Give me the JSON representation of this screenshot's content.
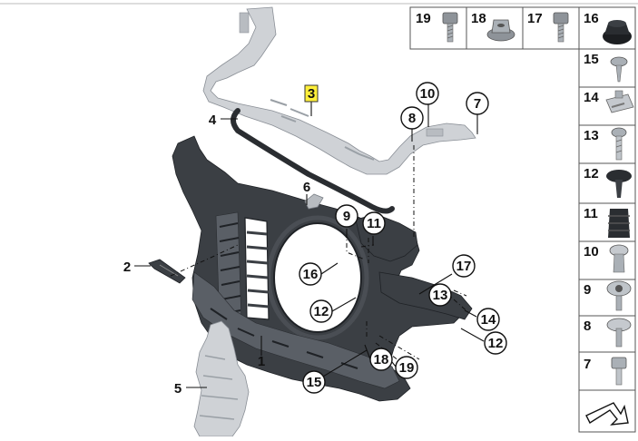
{
  "hardware_table": {
    "top_row": [
      "19",
      "18",
      "17",
      "16"
    ],
    "side_column": [
      "15",
      "14",
      "13",
      "12",
      "11",
      "10",
      "9",
      "8",
      "7"
    ]
  },
  "callouts": {
    "frame_member": "3",
    "gasket": "4",
    "front_panel": "1",
    "grille_bar": "2",
    "air_duct": "5",
    "clip": "6",
    "c7": "7",
    "c8": "8",
    "c9": "9",
    "c10": "10",
    "c11": "11",
    "c12a": "12",
    "c12b": "12",
    "c13": "13",
    "c14": "14",
    "c15": "15",
    "c16": "16",
    "c17": "17",
    "c18": "18",
    "c19": "19"
  }
}
